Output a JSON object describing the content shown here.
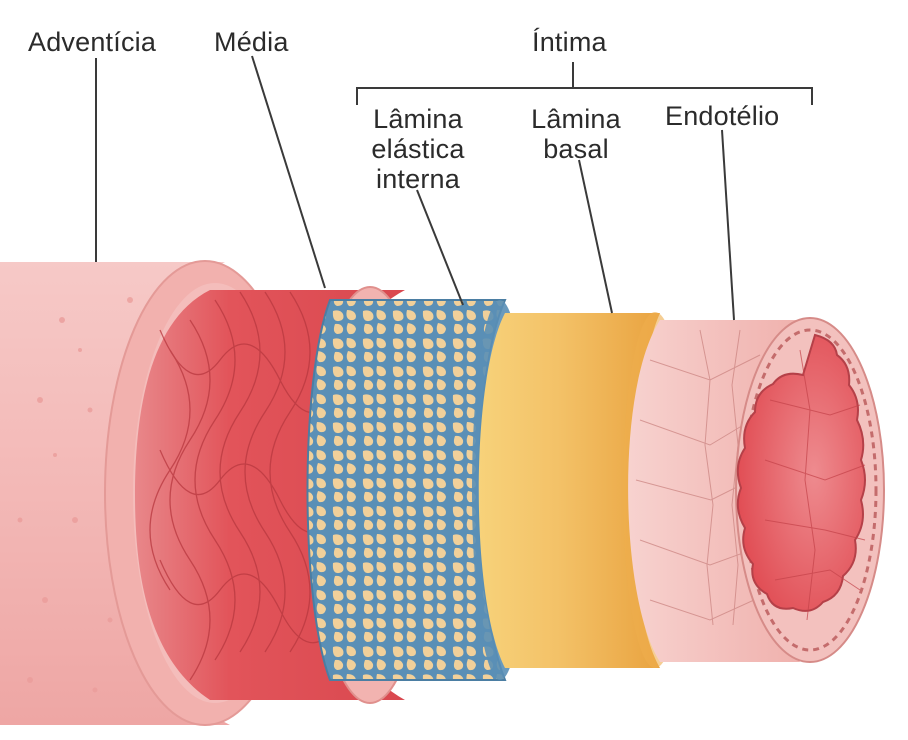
{
  "labels": {
    "adventicia": "Adventícia",
    "media": "Média",
    "intima": "Íntima",
    "lamina_elastica_interna": "Lâmina\nelástica\ninterna",
    "lamina_basal": "Lâmina\nbasal",
    "endotelio": "Endotélio"
  },
  "colors": {
    "adventitia": "#f3b8b6",
    "adventitia_dark": "#e9918f",
    "media": "#e2545a",
    "media_ring": "#f2b3b0",
    "elastic_network": "#5a8fb6",
    "elastic_pores": "#f1d09a",
    "basal_lamina": "#f2b652",
    "endothelium": "#f4c2bf",
    "lumen": "#e45d63",
    "leader_line": "#3a3a3a"
  }
}
